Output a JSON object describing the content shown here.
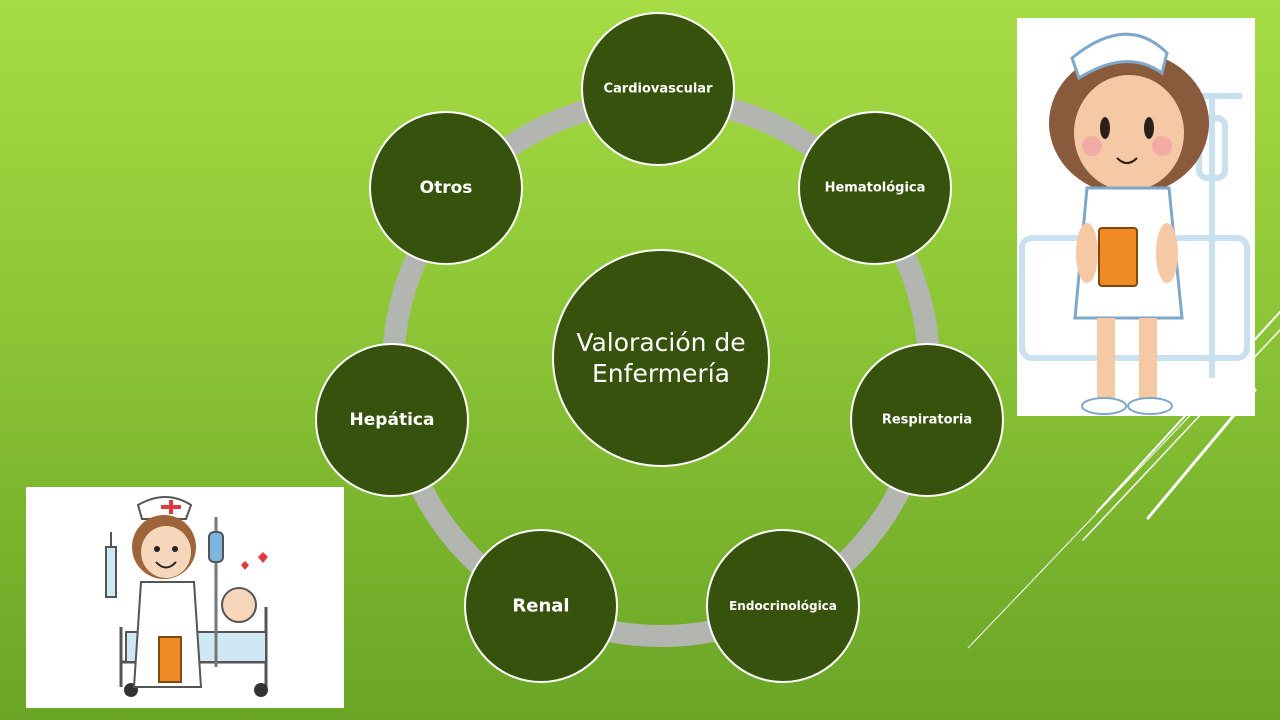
{
  "diagram": {
    "center_label": "Valoración de Enfermería",
    "nodes": [
      {
        "label": "Cardiovascular"
      },
      {
        "label": "Hematológica"
      },
      {
        "label": "Respiratoria"
      },
      {
        "label": "Endocrinológica"
      },
      {
        "label": "Renal"
      },
      {
        "label": "Hepática"
      },
      {
        "label": "Otros"
      }
    ]
  },
  "colors": {
    "node_fill": "#37520c",
    "node_stroke": "#ffffff",
    "ring": "#b3b6b0",
    "accent_lines": "#ffffff"
  },
  "images": {
    "nurse_clipboard": "nurse-with-clipboard-clipart",
    "nurse_patient": "nurse-with-patient-in-bed-clipart"
  }
}
